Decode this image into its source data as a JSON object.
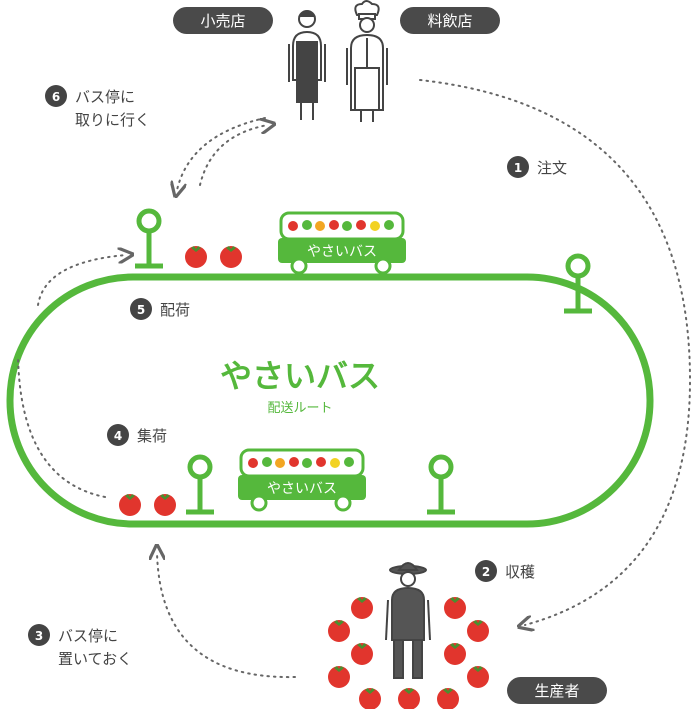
{
  "roles": {
    "retailer": "小売店",
    "restaurant": "料飲店",
    "producer": "生産者"
  },
  "route": {
    "title": "やさいバス",
    "subtitle": "配送ルート"
  },
  "bus_label": "やさいバス",
  "steps": [
    {
      "num": "1",
      "lines": [
        "注文"
      ]
    },
    {
      "num": "2",
      "lines": [
        "収穫"
      ]
    },
    {
      "num": "3",
      "lines": [
        "バス停に",
        "置いておく"
      ]
    },
    {
      "num": "4",
      "lines": [
        "集荷"
      ]
    },
    {
      "num": "5",
      "lines": [
        "配荷"
      ]
    },
    {
      "num": "6",
      "lines": [
        "バス停に",
        "取りに行く"
      ]
    }
  ],
  "colors": {
    "route_green": "#55b83c",
    "tomato_red": "#e1352d",
    "label_dark": "#4a4a4a"
  }
}
